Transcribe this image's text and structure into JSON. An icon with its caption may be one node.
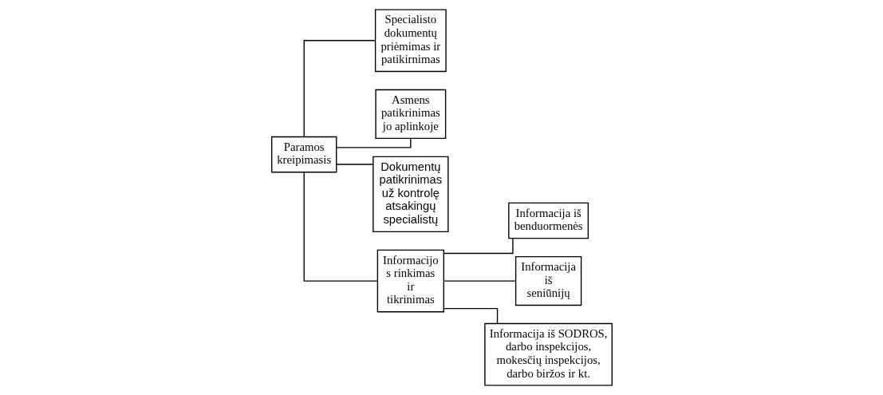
{
  "diagram": {
    "nodes": [
      {
        "text": [
          "Paramos kreipimasis"
        ]
      },
      {
        "text": [
          "Specialisto dokumentų priėmimas ir patikirnimas"
        ]
      },
      {
        "text": [
          "Asmens patikrinimas jo aplinkoje"
        ]
      },
      {
        "text": [
          "Dokumentų patikrinimas už kontrolę atsakingų specialistų"
        ]
      },
      {
        "text": [
          "Informacijo s rinkimas ir tikrinimas"
        ]
      },
      {
        "text": [
          "Informacija iš benduormenės"
        ]
      },
      {
        "text": [
          "Informacija iš seniūnijų"
        ]
      },
      {
        "text": [
          "Informacija iš SODROS, darbo inspekcijos, mokesčių inspekcijos, darbo biržos ir kt."
        ]
      }
    ],
    "edges": [
      {
        "from": 0,
        "to": 1,
        "arrow": "none"
      },
      {
        "from": 0,
        "to": 2,
        "arrow": "none"
      },
      {
        "from": 0,
        "to": 3,
        "arrow": "none"
      },
      {
        "from": 0,
        "to": 4,
        "arrow": "none"
      },
      {
        "from": 4,
        "to": 5,
        "arrow": "none"
      },
      {
        "from": 4,
        "to": 6,
        "arrow": "none"
      },
      {
        "from": 4,
        "to": 7,
        "arrow": "none"
      }
    ]
  }
}
